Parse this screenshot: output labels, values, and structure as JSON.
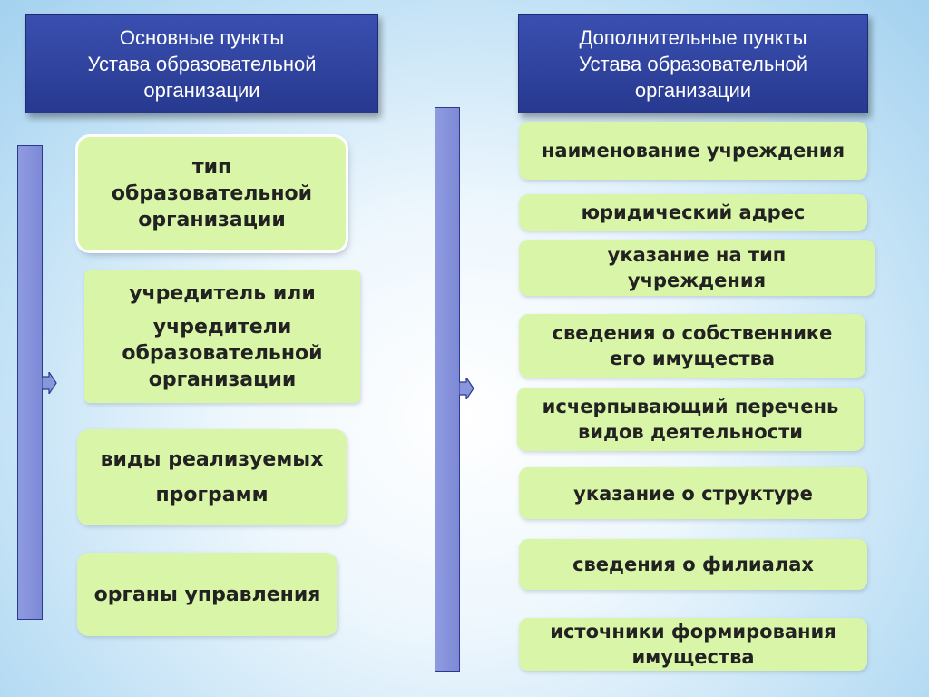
{
  "left": {
    "header": {
      "line1": "Основные пункты",
      "line2": "Устава образовательной",
      "line3": "организации"
    },
    "items": [
      {
        "lines": [
          "тип",
          "образовательной",
          "организации"
        ]
      },
      {
        "lines": [
          "учредитель или",
          "учредители",
          "образовательной",
          "организации"
        ]
      },
      {
        "lines": [
          "виды реализуемых",
          "программ"
        ]
      },
      {
        "lines": [
          "органы управления"
        ]
      }
    ]
  },
  "right": {
    "header": {
      "line1": "Дополнительные пункты",
      "line2": "Устава образовательной",
      "line3": "организации"
    },
    "items": [
      {
        "lines": [
          "наименование учреждения"
        ]
      },
      {
        "lines": [
          "юридический адрес"
        ]
      },
      {
        "lines": [
          "указание на тип",
          "учреждения"
        ]
      },
      {
        "lines": [
          "сведения о собственнике",
          "его имущества"
        ]
      },
      {
        "lines": [
          "исчерпывающий перечень",
          "видов деятельности"
        ]
      },
      {
        "lines": [
          "указание о структуре"
        ]
      },
      {
        "lines": [
          "сведения о филиалах"
        ]
      },
      {
        "lines": [
          "источники формирования",
          "имущества"
        ]
      }
    ]
  },
  "colors": {
    "header_fill": "#2f43a0",
    "bar_fill": "#8a96dc",
    "box_fill": "#d9f5a8"
  },
  "icons": [
    "right-arrow-icon",
    "right-arrow-icon"
  ]
}
